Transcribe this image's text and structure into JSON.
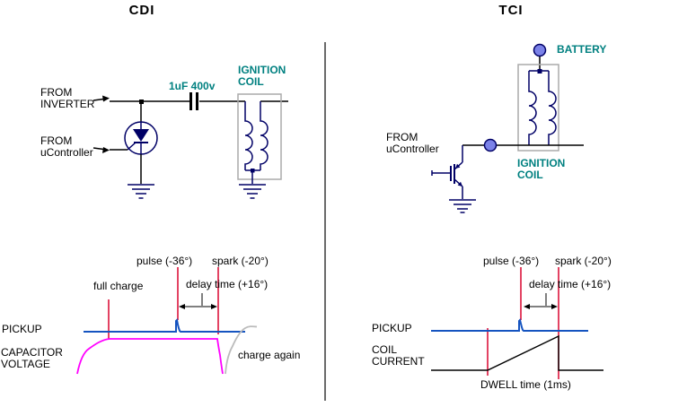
{
  "left": {
    "title": "CDI",
    "circuit": {
      "from_inverter_label": "FROM\nINVERTER",
      "from_ucontroller_label": "FROM\nuController",
      "capacitor_label": "1uF 400v",
      "ignition_coil_label": "IGNITION\nCOIL"
    },
    "timing": {
      "pulse_label": "pulse (-36°)",
      "spark_label": "spark (-20°)",
      "delay_label": "delay time (+16°)",
      "full_charge_label": "full charge",
      "pickup_label": "PICKUP",
      "capacitor_voltage_label": "CAPACITOR\nVOLTAGE",
      "charge_again_label": "charge again"
    }
  },
  "right": {
    "title": "TCI",
    "circuit": {
      "battery_label": "BATTERY",
      "from_ucontroller_label": "FROM\nuController",
      "ignition_coil_label": "IGNITION\nCOIL"
    },
    "timing": {
      "pulse_label": "pulse (-36°)",
      "spark_label": "spark (-20°)",
      "delay_label": "delay time (+16°)",
      "pickup_label": "PICKUP",
      "coil_current_label": "COIL\nCURRENT",
      "dwell_label": "DWELL time (1ms)"
    }
  },
  "colors": {
    "teal_text": "#008080",
    "event_line_red": "#DC143C",
    "signal_blue": "#1554C0",
    "capacitor_voltage_magenta": "#FF00FF",
    "charge_again_gray": "#BBBBBB",
    "circuit_navy": "#000066",
    "terminal_fill_blue": "#7B82E8",
    "coil_box_gray": "#AAAAAA"
  }
}
